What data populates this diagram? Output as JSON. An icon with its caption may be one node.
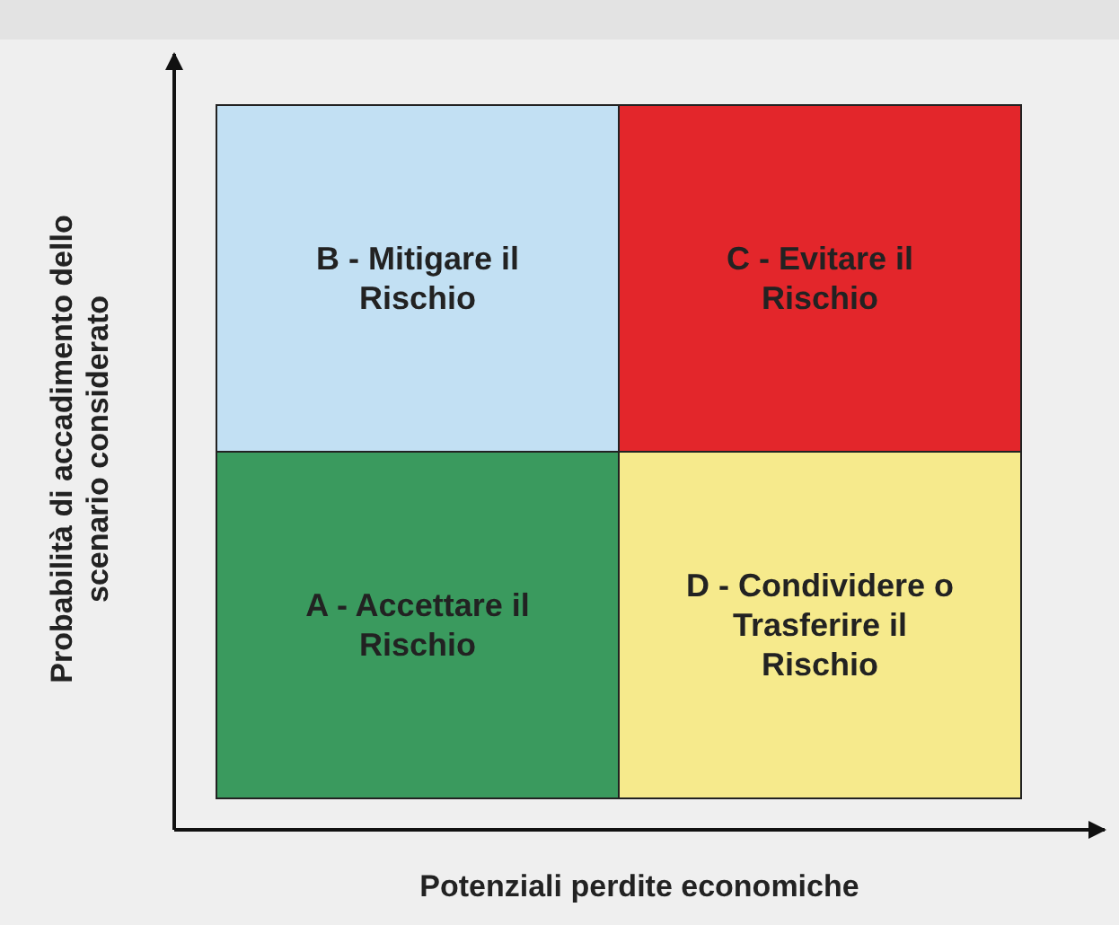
{
  "diagram": {
    "nodes": [
      {
        "text": [
          "B - Mitigare il Rischio"
        ]
      },
      {
        "text": [
          "C - Evitare il Rischio"
        ]
      },
      {
        "text": [
          "A - Accettare il Rischio"
        ]
      },
      {
        "text": [
          "D - Condividere o Trasferire il Rischio"
        ]
      }
    ],
    "labels": [
      "Probabilità di accadimento dello scenario considerato",
      "Potenziali perdite economiche"
    ]
  }
}
